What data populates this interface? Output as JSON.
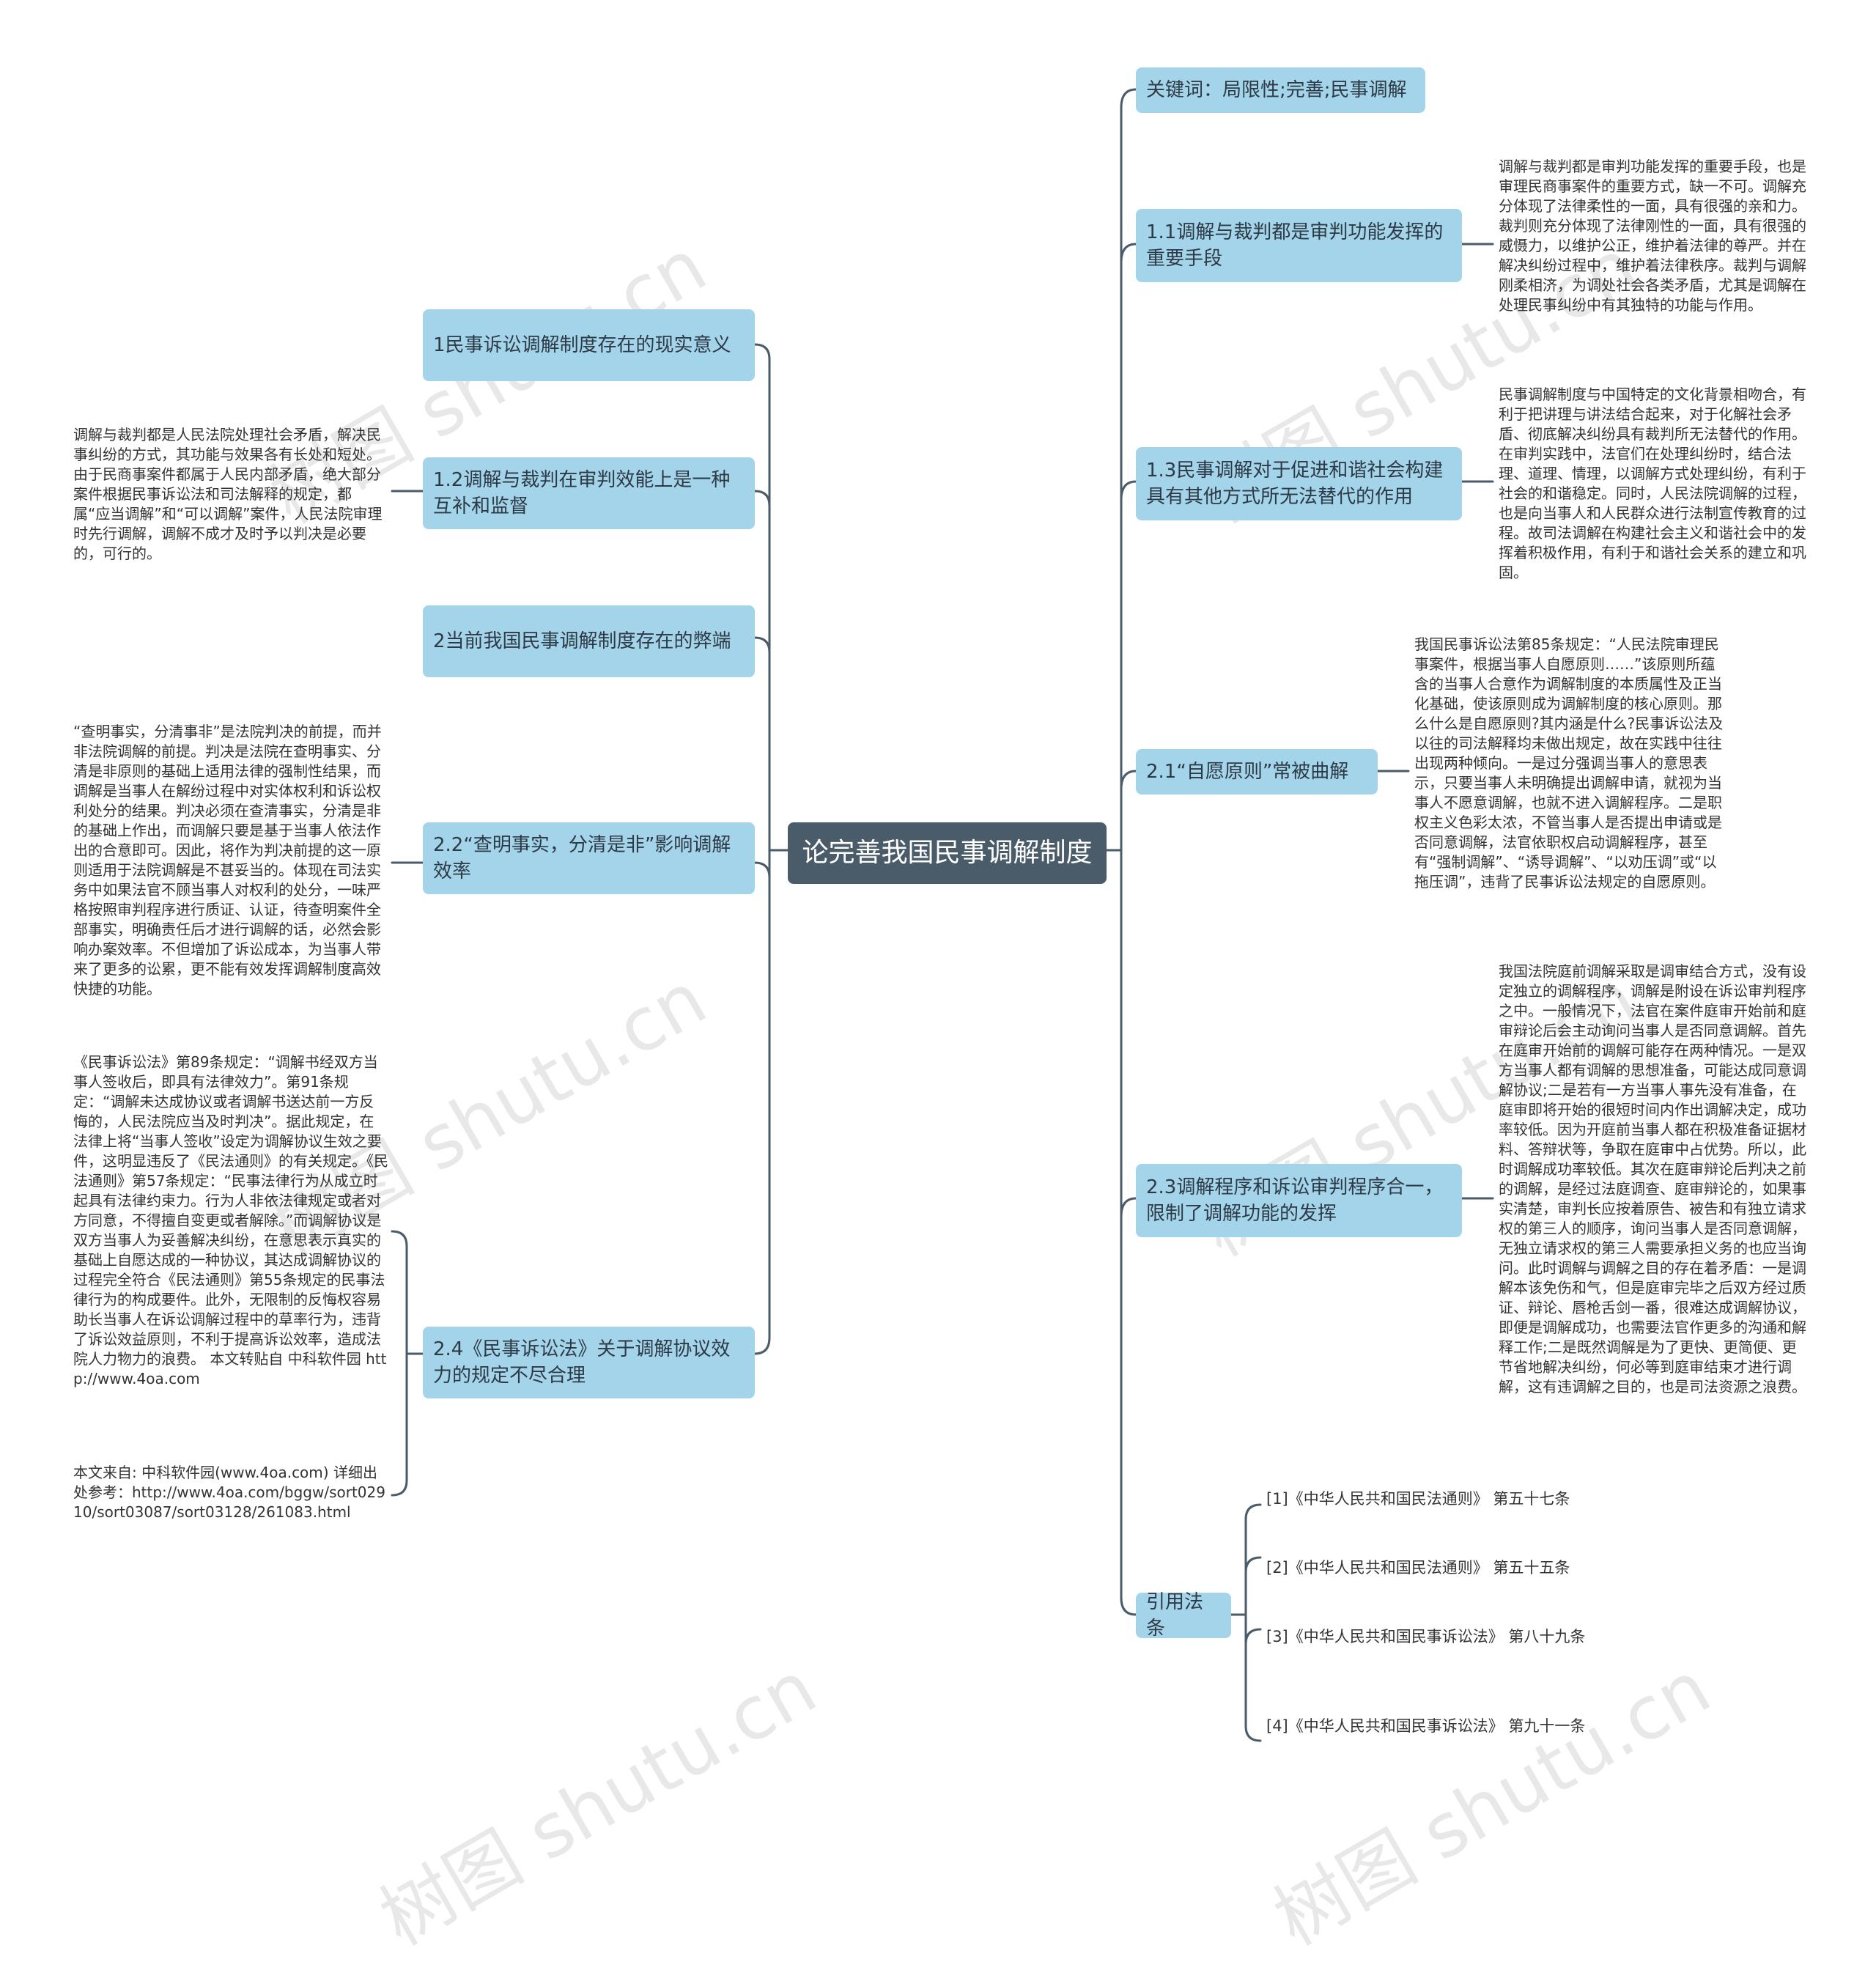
{
  "root": {
    "title": "论完善我国民事调解制度"
  },
  "watermark": "树图 shutu.cn",
  "left": {
    "b1": {
      "label": "1民事诉讼调解制度存在的现实意义"
    },
    "b12": {
      "label": "1.2调解与裁判在审判效能上是一种互补和监督",
      "note": "调解与裁判都是人民法院处理社会矛盾，解决民事纠纷的方式，其功能与效果各有长处和短处。由于民商事案件都属于人民内部矛盾，绝大部分案件根据民事诉讼法和司法解释的规定，都属“应当调解”和“可以调解”案件，人民法院审理时先行调解，调解不成才及时予以判决是必要的，可行的。"
    },
    "b2": {
      "label": "2当前我国民事调解制度存在的弊端"
    },
    "b22": {
      "label": "2.2“查明事实，分清是非”影响调解效率",
      "note": "“查明事实，分清事非”是法院判决的前提，而并非法院调解的前提。判决是法院在查明事实、分清是非原则的基础上适用法律的强制性结果，而调解是当事人在解纷过程中对实体权利和诉讼权利处分的结果。判决必须在查清事实，分清是非的基础上作出，而调解只要是基于当事人依法作出的合意即可。因此，将作为判决前提的这一原则适用于法院调解是不甚妥当的。体现在司法实务中如果法官不顾当事人对权利的处分，一味严格按照审判程序进行质证、认证，待查明案件全部事实，明确责任后才进行调解的话，必然会影响办案效率。不但增加了诉讼成本，为当事人带来了更多的讼累，更不能有效发挥调解制度高效快捷的功能。"
    },
    "b24": {
      "label": "2.4《民事诉讼法》关于调解协议效力的规定不尽合理",
      "note1": "《民事诉讼法》第89条规定：“调解书经双方当事人签收后，即具有法律效力”。第91条规定：“调解未达成协议或者调解书送达前一方反悔的，人民法院应当及时判决”。据此规定，在法律上将“当事人签收”设定为调解协议生效之要件，这明显违反了《民法通则》的有关规定。《民法通则》第57条规定：“民事法律行为从成立时起具有法律约束力。行为人非依法律规定或者对方同意，不得擅自变更或者解除。”而调解协议是双方当事人为妥善解决纠纷，在意思表示真实的基础上自愿达成的一种协议，其达成调解协议的过程完全符合《民法通则》第55条规定的民事法律行为的构成要件。此外，无限制的反悔权容易助长当事人在诉讼调解过程中的草率行为，违背了诉讼效益原则，不利于提高诉讼效率，造成法院人力物力的浪费。 本文转贴自 中科软件园 http://www.4oa.com",
      "note2": "本文来自: 中科软件园(www.4oa.com) 详细出处参考：http://www.4oa.com/bggw/sort02910/sort03087/sort03128/261083.html"
    }
  },
  "right": {
    "kw": {
      "label": "关键词：局限性;完善;民事调解"
    },
    "b11": {
      "label": "1.1调解与裁判都是审判功能发挥的重要手段",
      "note": "调解与裁判都是审判功能发挥的重要手段，也是审理民商事案件的重要方式，缺一不可。调解充分体现了法律柔性的一面，具有很强的亲和力。裁判则充分体现了法律刚性的一面，具有很强的威慑力，以维护公正，维护着法律的尊严。并在解决纠纷过程中，维护着法律秩序。裁判与调解刚柔相济，为调处社会各类矛盾，尤其是调解在处理民事纠纷中有其独特的功能与作用。"
    },
    "b13": {
      "label": "1.3民事调解对于促进和谐社会构建具有其他方式所无法替代的作用",
      "note": "民事调解制度与中国特定的文化背景相吻合，有利于把讲理与讲法结合起来，对于化解社会矛盾、彻底解决纠纷具有裁判所无法替代的作用。在审判实践中，法官们在处理纠纷时，结合法理、道理、情理，以调解方式处理纠纷，有利于社会的和谐稳定。同时，人民法院调解的过程，也是向当事人和人民群众进行法制宣传教育的过程。故司法调解在构建社会主义和谐社会中的发挥着积极作用，有利于和谐社会关系的建立和巩固。"
    },
    "b21": {
      "label": "2.1“自愿原则”常被曲解",
      "note": "我国民事诉讼法第85条规定：“人民法院审理民事案件，根据当事人自愿原则……”该原则所蕴含的当事人合意作为调解制度的本质属性及正当化基础，使该原则成为调解制度的核心原则。那么什么是自愿原则?其内涵是什么?民事诉讼法及以往的司法解释均未做出规定，故在实践中往往出现两种倾向。一是过分强调当事人的意思表示，只要当事人未明确提出调解申请，就视为当事人不愿意调解，也就不进入调解程序。二是职权主义色彩太浓，不管当事人是否提出申请或是否同意调解，法官依职权启动调解程序，甚至有“强制调解”、“诱导调解”、“以劝压调”或“以拖压调”，违背了民事诉讼法规定的自愿原则。"
    },
    "b23": {
      "label": "2.3调解程序和诉讼审判程序合一，限制了调解功能的发挥",
      "note": "我国法院庭前调解采取是调审结合方式，没有设定独立的调解程序，调解是附设在诉讼审判程序之中。一般情况下，法官在案件庭审开始前和庭审辩论后会主动询问当事人是否同意调解。首先在庭审开始前的调解可能存在两种情况。一是双方当事人都有调解的思想准备，可能达成同意调解协议;二是若有一方当事人事先没有准备，在庭审即将开始的很短时间内作出调解决定，成功率较低。因为开庭前当事人都在积极准备证据材料、答辩状等，争取在庭审中占优势。所以，此时调解成功率较低。其次在庭审辩论后判决之前的调解，是经过法庭调查、庭审辩论的，如果事实清楚，审判长应按着原告、被告和有独立请求权的第三人的顺序，询问当事人是否同意调解，无独立请求权的第三人需要承担义务的也应当询问。此时调解与调解之目的存在着矛盾：一是调解本该免伤和气，但是庭审完毕之后双方经过质证、辩论、唇枪舌剑一番，很难达成调解协议，即便是调解成功，也需要法官作更多的沟通和解释工作;二是既然调解是为了更快、更简便、更节省地解决纠纷，何必等到庭审结束才进行调解，这有违调解之目的，也是司法资源之浪费。"
    },
    "refs": {
      "label": "引用法条",
      "items": [
        "[1]《中华人民共和国民法通则》 第五十七条",
        "[2]《中华人民共和国民法通则》 第五十五条",
        "[3]《中华人民共和国民事诉讼法》 第八十九条",
        "[4]《中华人民共和国民事诉讼法》 第九十一条"
      ]
    }
  },
  "colors": {
    "node": "#a3d4ea",
    "root": "#4a5b6a",
    "line": "#4a5b6a"
  }
}
